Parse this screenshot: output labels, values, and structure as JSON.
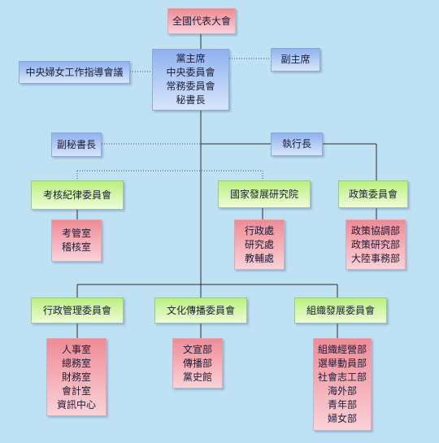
{
  "top": "全國代表大會",
  "chair_block": [
    "黨主席",
    "中央委員會",
    "常務委員會",
    "秘書長"
  ],
  "vice_chair": "副主席",
  "women_guidance": "中央婦女工作指導會議",
  "deputy_secretary": "副秘書長",
  "executive_director": "執行長",
  "discipline_committee": "考核紀律委員會",
  "discipline_offices": [
    "考管室",
    "稽核室"
  ],
  "institute": "國家發展研究院",
  "institute_offices": [
    "行政處",
    "研究處",
    "教輔處"
  ],
  "policy_committee": "政策委員會",
  "policy_offices": [
    "政策協調部",
    "政策研究部",
    "大陸事務部"
  ],
  "admin_committee": "行政管理委員會",
  "admin_offices": [
    "人事室",
    "總務室",
    "財務室",
    "會計室",
    "資訊中心"
  ],
  "culture_committee": "文化傳播委員會",
  "culture_offices": [
    "文宣部",
    "傳播部",
    "黨史館"
  ],
  "org_committee": "組織發展委員會",
  "org_offices": [
    "組織經營部",
    "選舉動員部",
    "社會志工部",
    "海外部",
    "青年部",
    "婦女部"
  ]
}
